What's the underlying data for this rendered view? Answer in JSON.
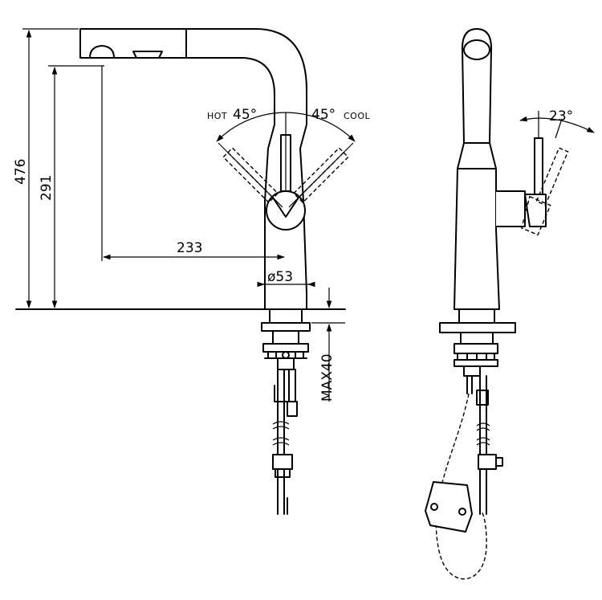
{
  "dimensions": {
    "total_height": "476",
    "spout_height": "291",
    "spout_reach": "233",
    "base_diameter": "ø53",
    "max_deck": "MAX40",
    "hot_angle": "45°",
    "cool_angle": "45°",
    "tilt_angle": "23°"
  },
  "labels": {
    "hot": "HOT",
    "cool": "COOL"
  }
}
